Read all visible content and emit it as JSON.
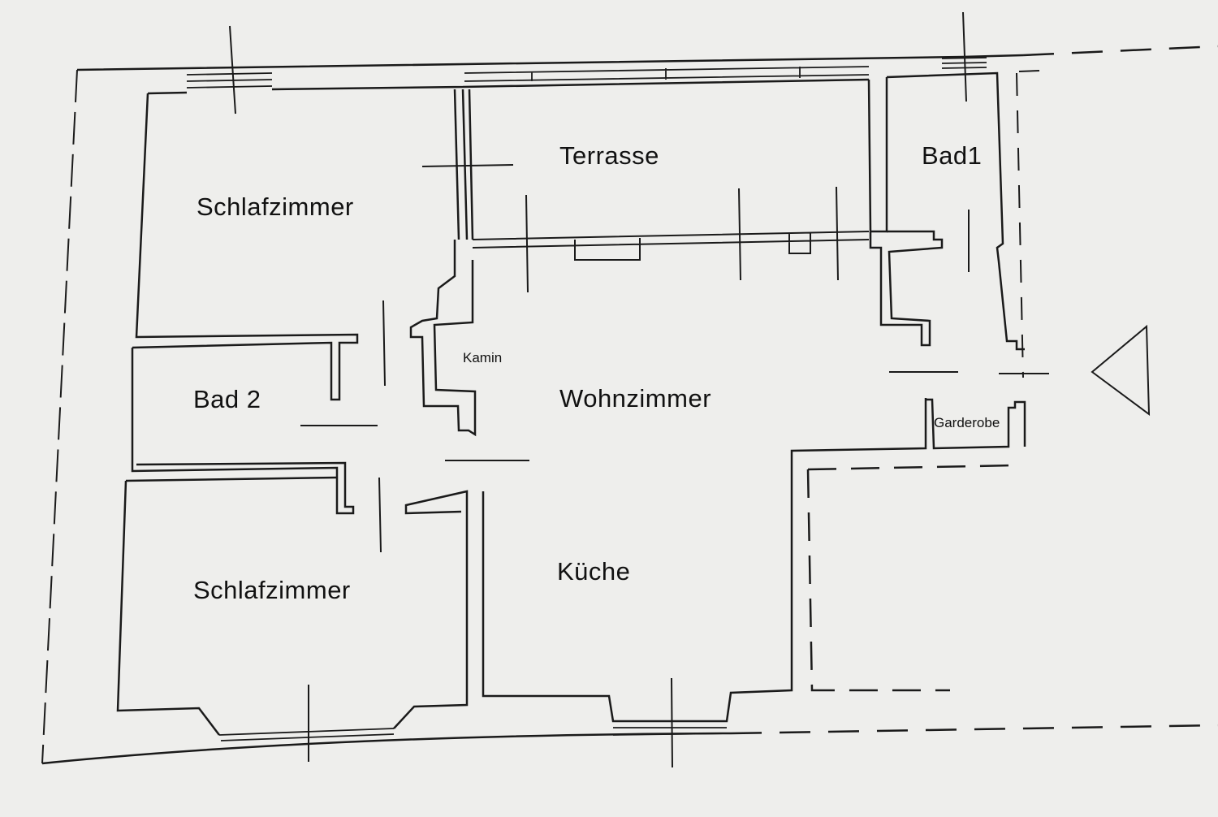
{
  "rooms": {
    "schlafzimmer_1": "Schlafzimmer",
    "terrasse": "Terrasse",
    "bad1": "Bad1",
    "kamin": "Kamin",
    "bad2": "Bad 2",
    "wohnzimmer": "Wohnzimmer",
    "garderobe": "Garderobe",
    "kueche": "Küche",
    "schlafzimmer_2": "Schlafzimmer"
  },
  "colors": {
    "ink": "#1a1a1a",
    "paper": "#eeeeec"
  }
}
